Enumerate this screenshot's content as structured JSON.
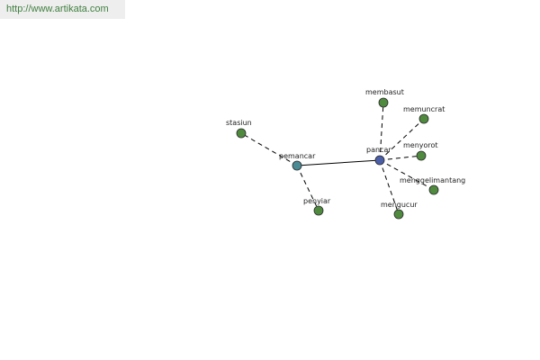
{
  "source": {
    "url": "http://www.artikata.com"
  },
  "graph": {
    "colors": {
      "link": "#000000",
      "dashed_link": "#000000",
      "node_stroke": "#2a2a2a",
      "node_fill_default": "#4f8a3f",
      "node_fill_hub": "#4a5fa8",
      "node_fill_secondary": "#4a8a94"
    },
    "nodes": [
      {
        "id": "pancar",
        "label": "pancar",
        "kind": "hub"
      },
      {
        "id": "pemancar",
        "label": "pemancar",
        "kind": "secondary"
      },
      {
        "id": "stasiun",
        "label": "stasiun",
        "kind": "default"
      },
      {
        "id": "penyiar",
        "label": "penyiar",
        "kind": "default"
      },
      {
        "id": "membasut",
        "label": "membasut",
        "kind": "default"
      },
      {
        "id": "memuncrat",
        "label": "memuncrat",
        "kind": "default"
      },
      {
        "id": "menyorot",
        "label": "menyorot",
        "kind": "default"
      },
      {
        "id": "menggelimantang",
        "label": "menggelimantang",
        "kind": "default"
      },
      {
        "id": "mengucur",
        "label": "mengucur",
        "kind": "default"
      }
    ],
    "edges": [
      {
        "from": "pemancar",
        "to": "pancar",
        "style": "solid"
      },
      {
        "from": "pemancar",
        "to": "stasiun",
        "style": "dashed"
      },
      {
        "from": "pemancar",
        "to": "penyiar",
        "style": "dashed"
      },
      {
        "from": "pancar",
        "to": "membasut",
        "style": "dashed"
      },
      {
        "from": "pancar",
        "to": "memuncrat",
        "style": "dashed"
      },
      {
        "from": "pancar",
        "to": "menyorot",
        "style": "dashed"
      },
      {
        "from": "pancar",
        "to": "menggelimantang",
        "style": "dashed"
      },
      {
        "from": "pancar",
        "to": "mengucur",
        "style": "dashed"
      }
    ]
  }
}
